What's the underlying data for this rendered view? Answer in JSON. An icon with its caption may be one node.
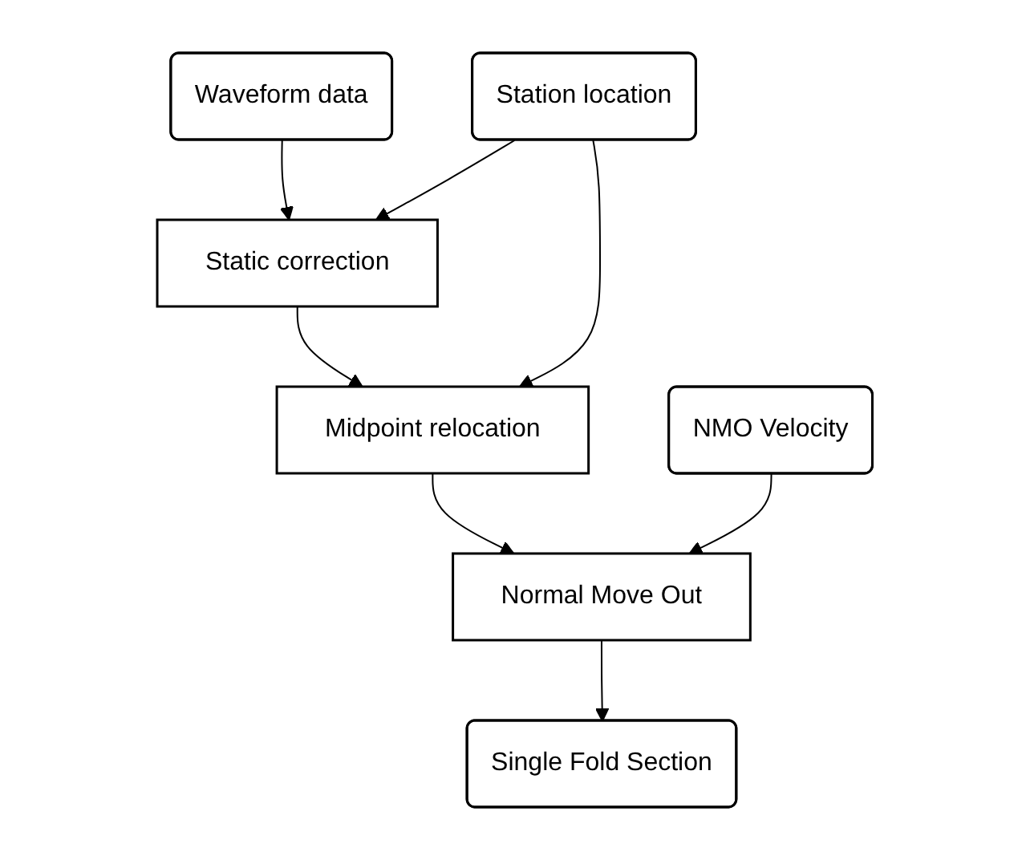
{
  "diagram": {
    "nodes": [
      {
        "text": [
          "Waveform data"
        ]
      },
      {
        "text": [
          "Station location"
        ]
      },
      {
        "text": [
          "Static correction"
        ]
      },
      {
        "text": [
          "Midpoint relocation"
        ]
      },
      {
        "text": [
          "Normal Move Out"
        ]
      },
      {
        "text": [
          "NMO Velocity"
        ]
      },
      {
        "text": [
          "Single Fold Section"
        ]
      }
    ],
    "edges": [
      {
        "from": 0,
        "to": 2,
        "arrow": "to"
      },
      {
        "from": 1,
        "to": 2,
        "arrow": "to"
      },
      {
        "from": 1,
        "to": 3,
        "arrow": "to"
      },
      {
        "from": 2,
        "to": 3,
        "arrow": "to"
      },
      {
        "from": 3,
        "to": 4,
        "arrow": "to"
      },
      {
        "from": 5,
        "to": 4,
        "arrow": "to"
      },
      {
        "from": 4,
        "to": 6,
        "arrow": "to"
      }
    ]
  }
}
